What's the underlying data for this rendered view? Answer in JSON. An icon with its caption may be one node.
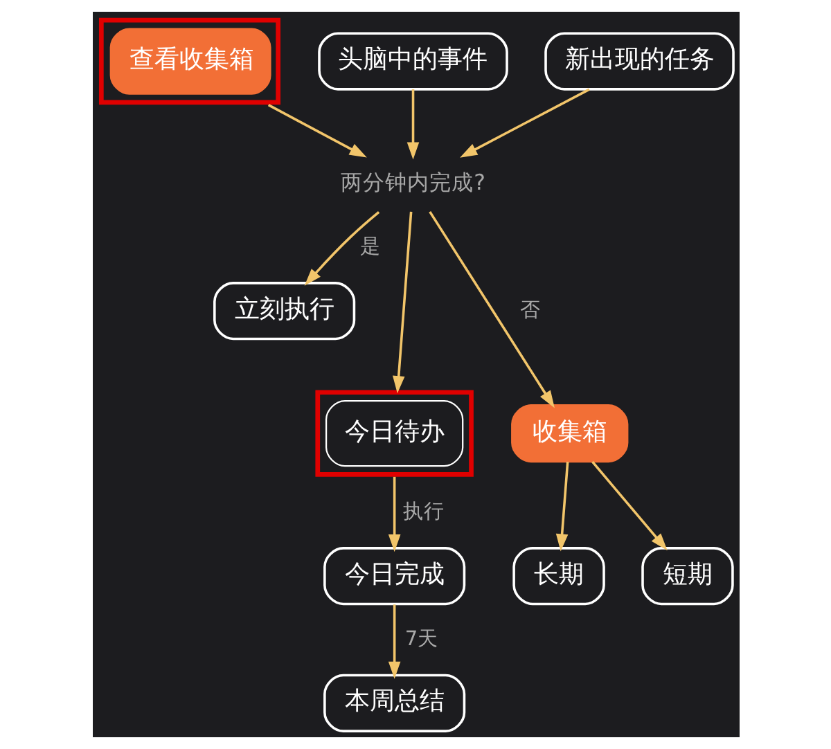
{
  "diagram": {
    "nodes": [
      {
        "text": [
          "查看收集箱"
        ]
      },
      {
        "text": [
          "头脑中的事件"
        ]
      },
      {
        "text": [
          "新出现的任务"
        ]
      },
      {
        "text": [
          "两分钟内完成?"
        ]
      },
      {
        "text": [
          "立刻执行"
        ]
      },
      {
        "text": [
          "今日待办"
        ]
      },
      {
        "text": [
          "收集箱"
        ]
      },
      {
        "text": [
          "今日完成"
        ]
      },
      {
        "text": [
          "本周总结"
        ]
      },
      {
        "text": [
          "长期"
        ]
      },
      {
        "text": [
          "短期"
        ]
      }
    ],
    "edges": [
      {
        "from": 0,
        "to": 3,
        "arrow": "to"
      },
      {
        "from": 1,
        "to": 3,
        "arrow": "to"
      },
      {
        "from": 2,
        "to": 3,
        "arrow": "to"
      },
      {
        "from": 3,
        "to": 4,
        "arrow": "to",
        "label": "是"
      },
      {
        "from": 3,
        "to": 5,
        "arrow": "to"
      },
      {
        "from": 3,
        "to": 6,
        "arrow": "to",
        "label": "否"
      },
      {
        "from": 5,
        "to": 7,
        "arrow": "to",
        "label": "执行"
      },
      {
        "from": 7,
        "to": 8,
        "arrow": "to",
        "label": "7天"
      },
      {
        "from": 6,
        "to": 9,
        "arrow": "to"
      },
      {
        "from": 6,
        "to": 10,
        "arrow": "to"
      }
    ]
  }
}
